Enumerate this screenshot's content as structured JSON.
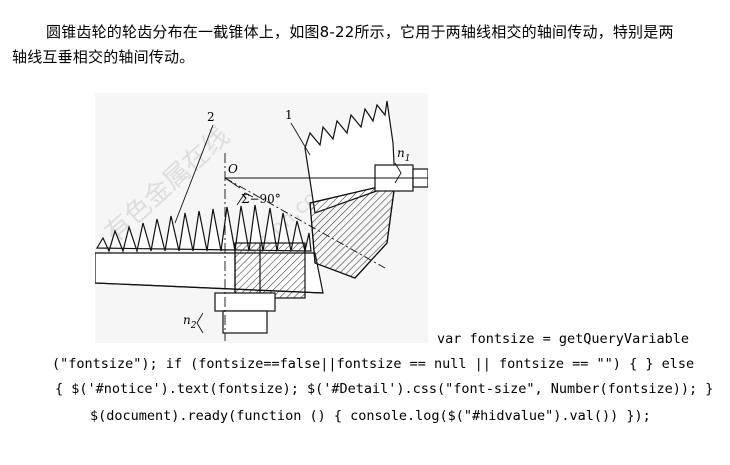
{
  "article": {
    "paragraph_line1": "圆锥齿轮的轮齿分布在一截锥体上，如图8-22所示，它用于两轴线相交的轴间传动，特别是两",
    "paragraph_line2": "轴线互垂相交的轴间传动。"
  },
  "figure": {
    "label_gear1": "1",
    "label_gear2": "2",
    "label_apex": "O",
    "label_angle": "Σ−90°",
    "label_n1": "n",
    "label_n1_sub": "1",
    "label_n2": "n",
    "label_n2_sub": "2",
    "watermark_cn": "有色金属在线",
    "watermark_en": "www.cnmn.com.cn",
    "line_color": "#111111",
    "hatch_color": "#333333"
  },
  "code": {
    "line1": "var fontsize = getQueryVariable",
    "line2": "(\"fontsize\"); if (fontsize==false||fontsize == null || fontsize == \"\") { } else",
    "line3": "{ $('#notice').text(fontsize); $('#Detail').css(\"font-size\", Number(fontsize)); }",
    "line4": "$(document).ready(function () { console.log($(\"#hidvalue\").val()) });"
  }
}
